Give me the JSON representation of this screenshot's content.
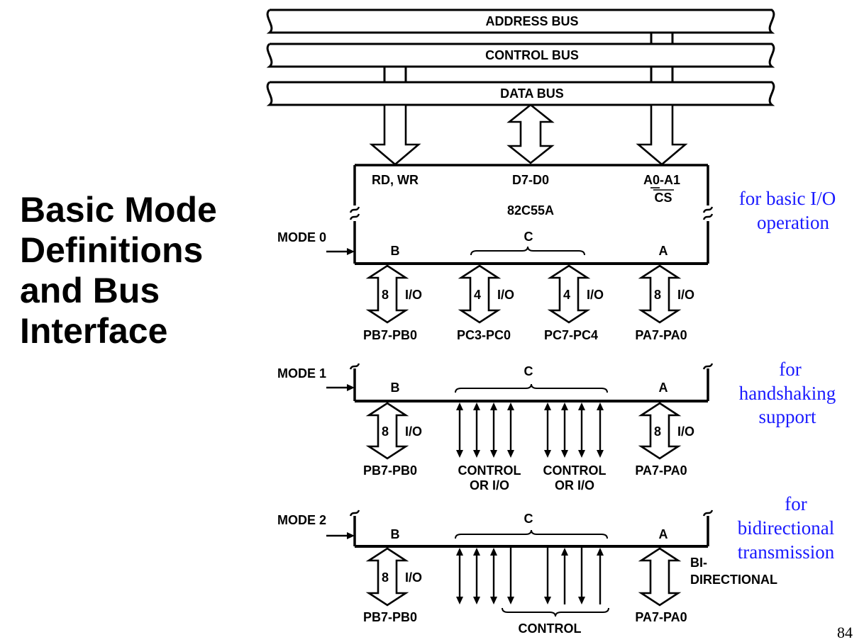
{
  "title_lines": [
    "Basic Mode",
    "Definitions",
    "and Bus",
    "Interface"
  ],
  "buses": {
    "address": "ADDRESS BUS",
    "control": "CONTROL BUS",
    "data": "DATA BUS"
  },
  "chip": {
    "rd_wr": "RD, WR",
    "d7_d0": "D7-D0",
    "a0_a1": "A0-A1",
    "cs": "CS",
    "name": "82C55A"
  },
  "ports": {
    "b": "B",
    "c": "C",
    "a": "A"
  },
  "mode0": {
    "label": "MODE 0",
    "widths": [
      "8",
      "4",
      "4",
      "8"
    ],
    "io": "I/O",
    "pins": [
      "PB7-PB0",
      "PC3-PC0",
      "PC7-PC4",
      "PA7-PA0"
    ],
    "note": [
      "for basic I/O",
      "operation"
    ]
  },
  "mode1": {
    "label": "MODE 1",
    "widths": [
      "8",
      "8"
    ],
    "io": "I/O",
    "pins": [
      "PB7-PB0",
      "CONTROL",
      "CONTROL",
      "PA7-PA0"
    ],
    "sub": [
      "OR I/O",
      "OR I/O"
    ],
    "note": [
      "for",
      "handshaking",
      "support"
    ]
  },
  "mode2": {
    "label": "MODE 2",
    "width": "8",
    "io": "I/O",
    "pins": [
      "PB7-PB0",
      "PA7-PA0"
    ],
    "bi": [
      "BI-",
      "DIRECTIONAL"
    ],
    "control": "CONTROL",
    "note": [
      "for",
      "bidirectional",
      "transmission"
    ]
  },
  "page_number": "84"
}
